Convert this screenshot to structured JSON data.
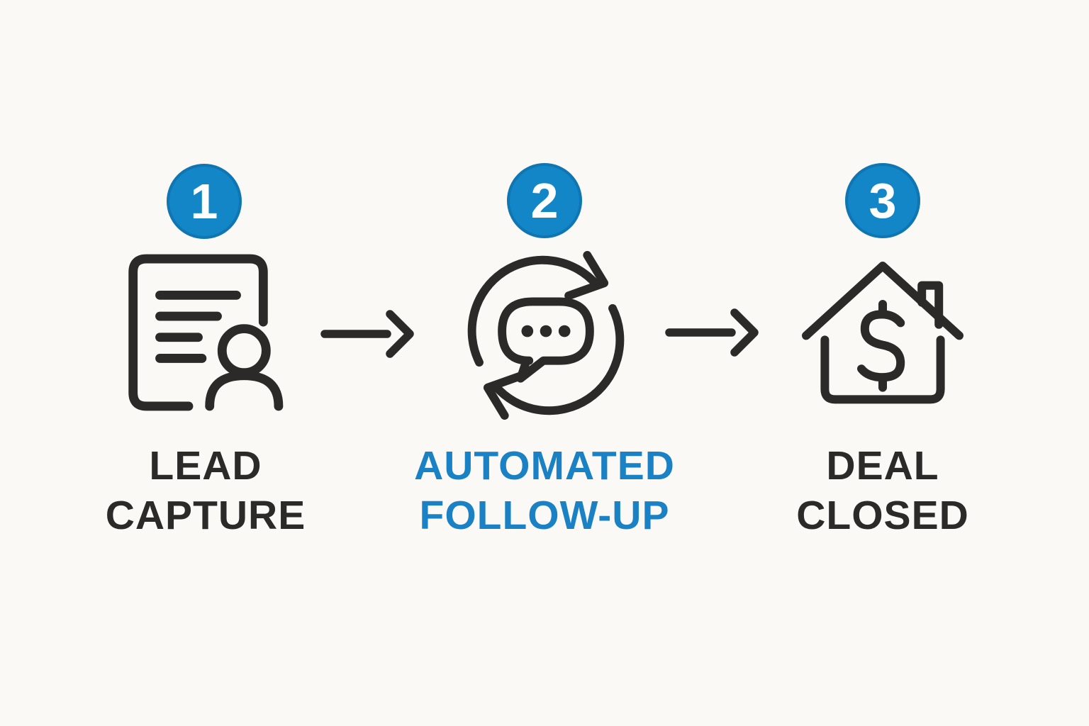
{
  "diagram": {
    "background_color": "#faf9f6",
    "ink_color": "#2b2a28",
    "accent_color": "#1286c7",
    "accent_text_color": "#1a82c4",
    "badge_text_color": "#ffffff",
    "steps": [
      {
        "number": "1",
        "icon": "lead-capture-icon",
        "label_line1": "LEAD",
        "label_line2": "CAPTURE",
        "label_color": "#2b2a28"
      },
      {
        "number": "2",
        "icon": "automated-follow-up-icon",
        "label_line1": "AUTOMATED",
        "label_line2": "FOLLOW-UP",
        "label_color": "#1a82c4"
      },
      {
        "number": "3",
        "icon": "deal-closed-icon",
        "label_line1": "DEAL",
        "label_line2": "CLOSED",
        "label_color": "#2b2a28"
      }
    ],
    "connectors": [
      "right-arrow",
      "right-arrow"
    ]
  }
}
